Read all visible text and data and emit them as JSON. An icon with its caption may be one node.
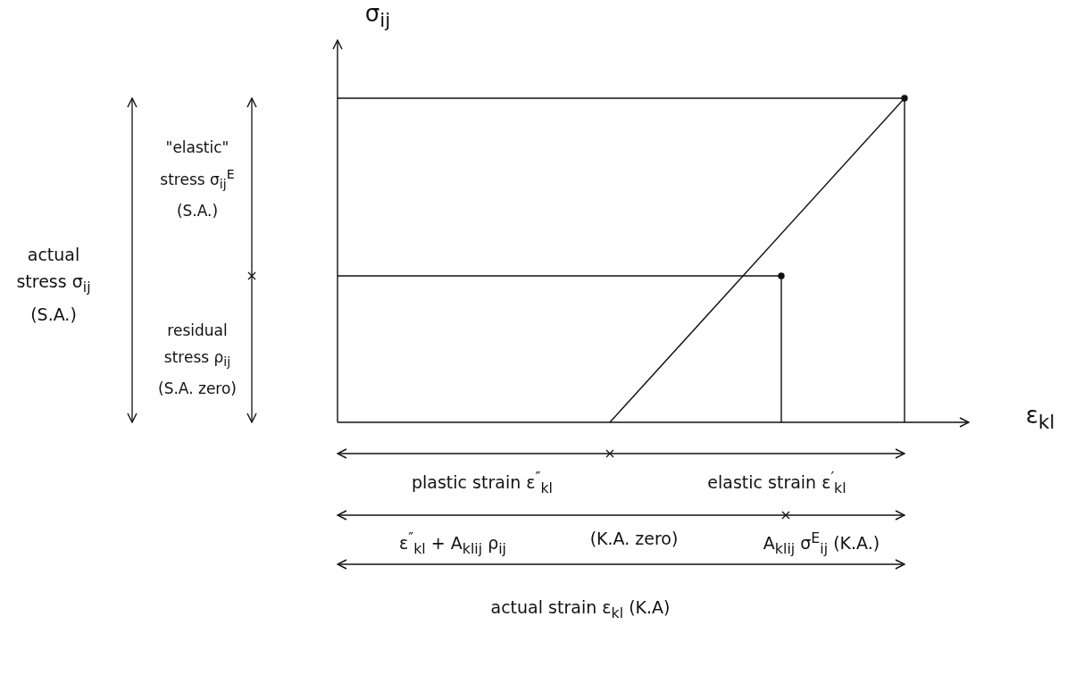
{
  "diagram": {
    "labels": [
      "σ$_{ij}$",
      "\"elastic\" stress σ$_{ij}$$^{E}$ (S.A.)",
      "actual stress σ$_{ij}$ (S.A.)",
      "residual stress ρ$_{ij}$ (S.A. zero)",
      "ε$_{kl}$",
      "plastic strain ε$^{″}$$_{kl}$",
      "elastic strain ε$^{′}$$_{kl}$",
      "ε$^{″}$$_{kl}$ + A$_{klij}$ ρ$_{ij}$",
      "(K.A. zero)",
      "A$_{klij}$ σ$^{E}$$_{ij}$ (K.A.)",
      "actual strain ε$_{kl}$ (K.A)"
    ]
  }
}
